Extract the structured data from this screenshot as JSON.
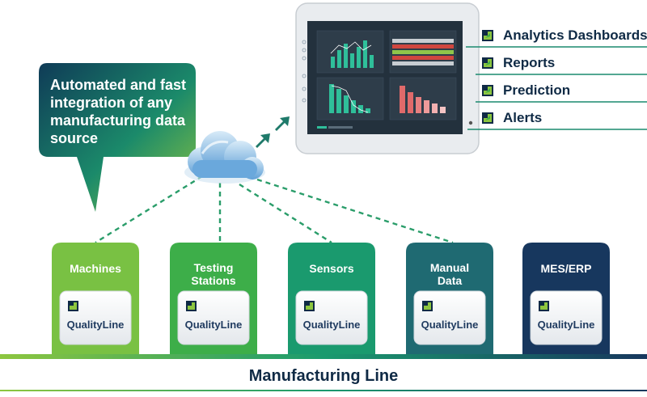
{
  "callout": {
    "text_line1": "Automated and fast",
    "text_line2": "integration of any",
    "text_line3": "manufacturing data",
    "text_line4": "source"
  },
  "outputs": [
    {
      "label": "Analytics Dashboards"
    },
    {
      "label": "Reports"
    },
    {
      "label": "Prediction"
    },
    {
      "label": "Alerts"
    }
  ],
  "sources": [
    {
      "line1": "Machines",
      "line2": "",
      "product": "QualityLine"
    },
    {
      "line1": "Testing",
      "line2": "Stations",
      "product": "QualityLine"
    },
    {
      "line1": "Sensors",
      "line2": "",
      "product": "QualityLine"
    },
    {
      "line1": "Manual",
      "line2": "Data",
      "product": "QualityLine"
    },
    {
      "line1": "MES/ERP",
      "line2": "",
      "product": "QualityLine"
    }
  ],
  "footer": {
    "label": "Manufacturing Line"
  },
  "colors": {
    "navy": "#0f2a45",
    "green_light": "#8dc63f",
    "green": "#3dae49",
    "teal": "#1a8a6e",
    "teal_dark": "#1f5d6e",
    "navy_box": "#17375e",
    "dashed": "#2a9d6a"
  },
  "icons": {
    "output_bullet": "arrow-up-right-icon",
    "cloud": "cloud-icon",
    "arrows": "double-arrow-icon"
  }
}
